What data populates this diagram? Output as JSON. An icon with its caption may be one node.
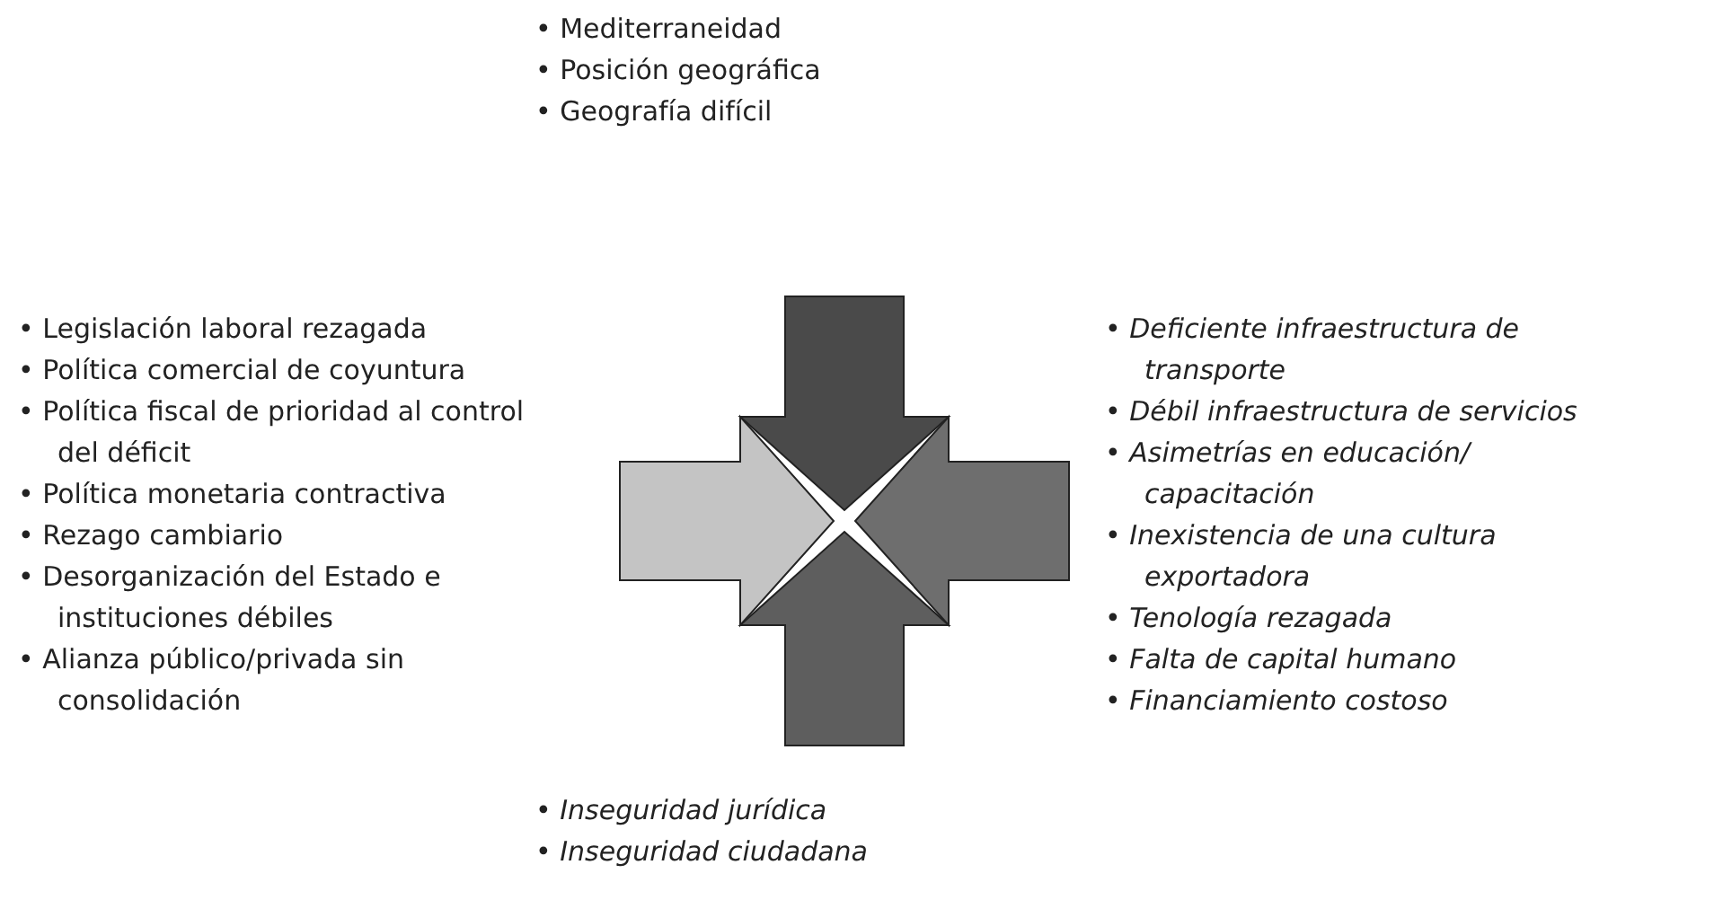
{
  "diagram": {
    "labels": [
      "• Mediterraneidad",
      "• Posición geográfica",
      "• Geografía difícil",
      "• Legislación laboral rezagada",
      "• Política comercial de coyuntura",
      "• Política fiscal de prioridad al control del déficit",
      "• Política monetaria contractiva",
      "• Rezago cambiario",
      "• Desorganización del Estado e instituciones débiles",
      "• Alianza público/privada sin consolidación",
      "• Deficiente infraestructura de transporte",
      "• Débil infraestructura de servicios",
      "• Asimetrías en educación/ capacitación",
      "• Inexistencia de una cultura exportadora",
      "• Tenología rezagada",
      "• Falta de capital humano",
      "• Financiamiento costoso",
      "• Inseguridad jurídica",
      "• Inseguridad ciudadana"
    ]
  }
}
